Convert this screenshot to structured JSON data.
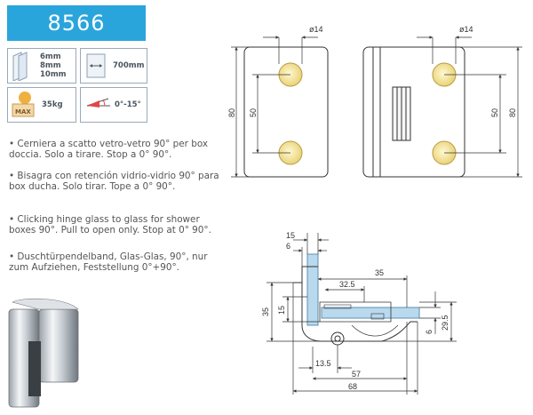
{
  "product": {
    "code": "8566"
  },
  "specs": {
    "glass_thickness": [
      "6mm",
      "8mm",
      "10mm"
    ],
    "door_width": "700mm",
    "max_label": "MAX",
    "max_weight": "35kg",
    "angle": "0°-15°"
  },
  "descriptions": [
    "• Cerniera a scatto vetro-vetro 90° per box doccia. Solo a tirare. Stop a 0° 90°.",
    "• Bisagra con retención vidrio-vidrio 90° para box ducha. Solo tirar. Tope a 0° 90°.",
    "• Clicking hinge glass to glass for shower boxes 90°. Pull to open only. Stop at 0° 90°.",
    "• Duschtürpendelband, Glas-Glas, 90°, nur zum Aufziehen, Feststellung 0°+90°."
  ],
  "drawing": {
    "front_left": {
      "hole": "ø14",
      "height": "80",
      "spacing": "50"
    },
    "front_right": {
      "hole": "ø14",
      "height": "80",
      "spacing": "50"
    },
    "plan": {
      "d15": "15",
      "d6": "6",
      "d35a": "35",
      "d32_5": "32.5",
      "d35b": "35",
      "d15b": "15",
      "d6b": "6",
      "d29_5": "29.5",
      "d13_5": "13.5",
      "d57": "57",
      "d68": "68"
    }
  }
}
